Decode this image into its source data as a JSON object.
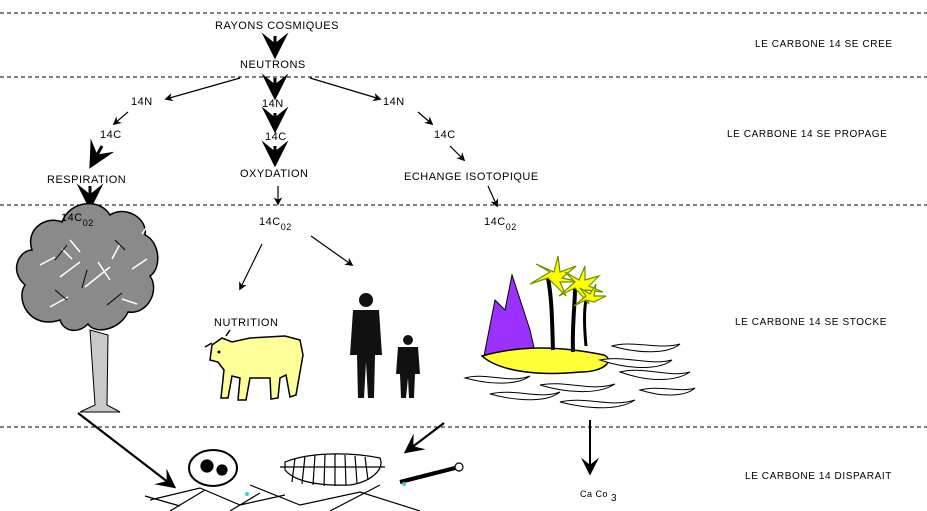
{
  "sources": {
    "cosmic": "RAYONS COSMIQUES",
    "neutrons": "NEUTRONS"
  },
  "branches": {
    "left": {
      "n": "14N",
      "c": "14C",
      "process": "RESPIRATION",
      "co2_base": "14C",
      "co2_sub": "02"
    },
    "middle": {
      "n": "14N",
      "c": "14C",
      "process": "OXYDATION",
      "co2_base": "14C",
      "co2_sub": "02"
    },
    "right": {
      "n": "14N",
      "c": "14C",
      "process": "ECHANGE ISOTOPIQUE",
      "co2_base": "14C",
      "co2_sub": "02"
    }
  },
  "nutrition": "NUTRITION",
  "caco3": {
    "base": "Ca Co",
    "sub": "3"
  },
  "stages": {
    "created": "LE CARBONE 14 SE CREE",
    "propagates": "LE CARBONE 14 SE PROPAGE",
    "stored": "LE CARBONE 14 SE STOCKE",
    "disappears": "LE CARBONE 14 DISPARAIT"
  },
  "icons": [
    "tree-icon",
    "cow-icon",
    "people-icon",
    "island-icon",
    "skeleton-icon"
  ],
  "colors": {
    "mountain": "#9b30ff",
    "island": "#ffff33",
    "cow": "#ffff99",
    "palm": "#ffff00"
  }
}
